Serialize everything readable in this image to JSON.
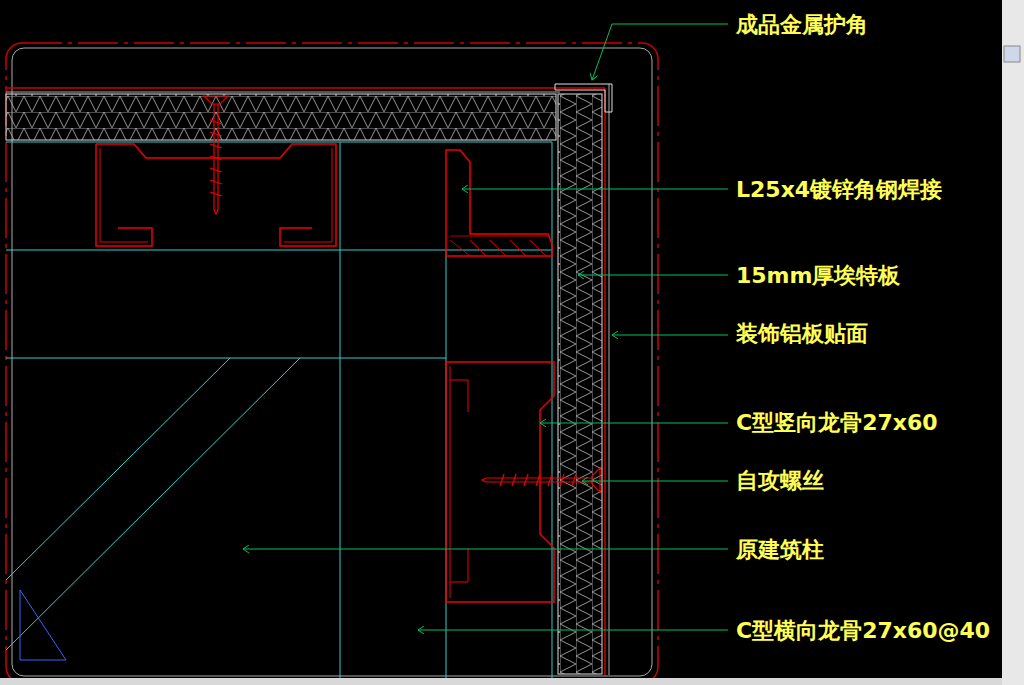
{
  "diagram": {
    "labels": [
      "成品金属护角",
      "L25x4镀锌角钢焊接",
      "15mm厚埃特板",
      "装饰铝板贴面",
      "C型竖向龙骨27x60",
      "自攻螺丝",
      "原建筑柱",
      "C型横向龙骨27x60@40"
    ]
  }
}
